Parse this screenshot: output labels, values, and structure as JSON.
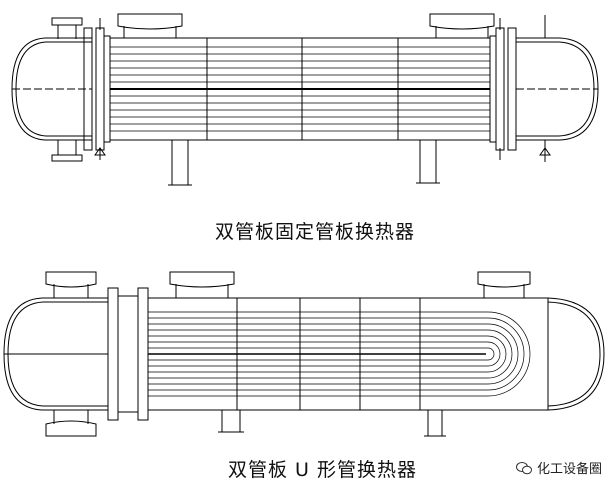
{
  "diagrams": [
    {
      "caption": "双管板固定管板换热器"
    },
    {
      "caption": "双管板 U 形管换热器"
    }
  ],
  "watermark": {
    "text": "化工设备圈",
    "icon": "wechat-icon"
  }
}
